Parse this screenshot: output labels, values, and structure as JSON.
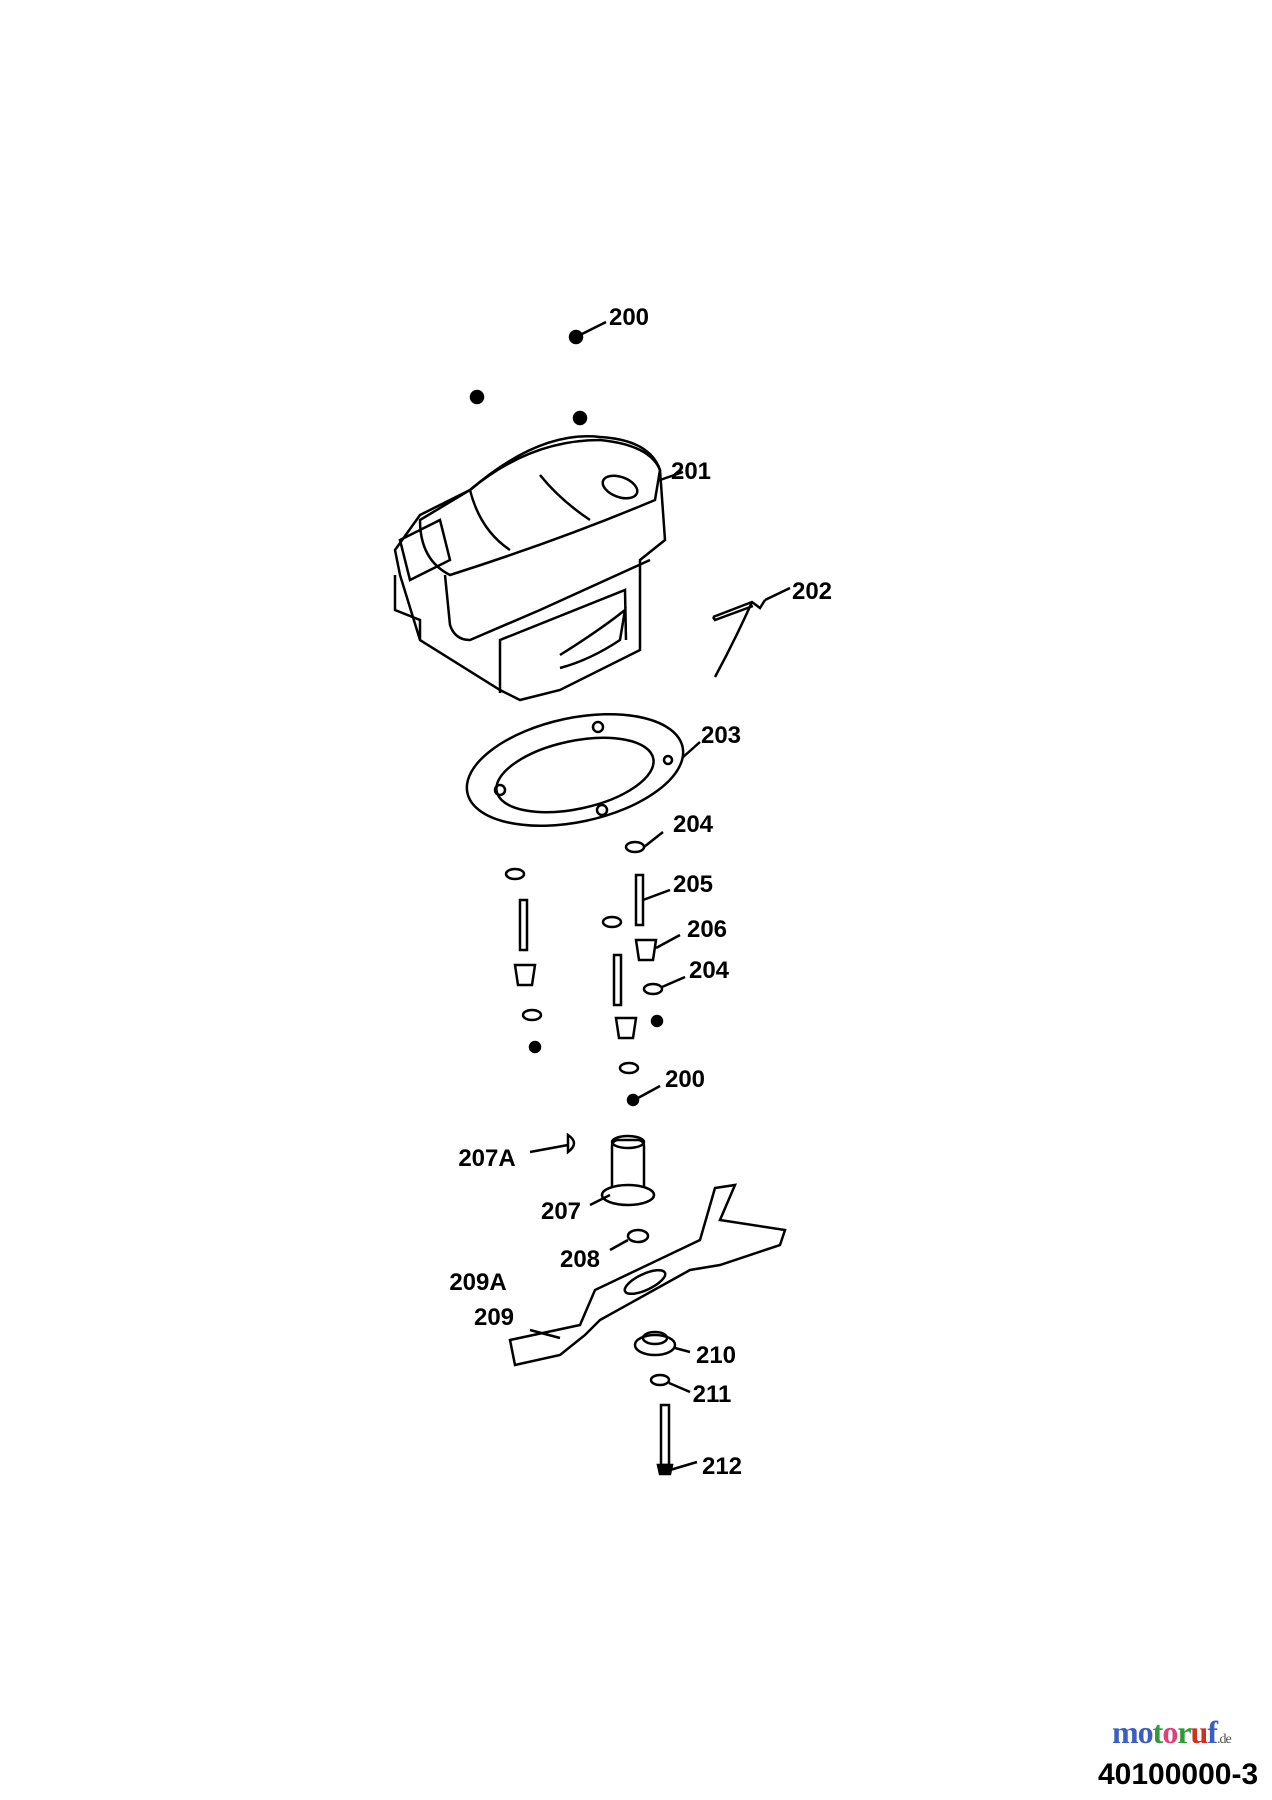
{
  "diagram": {
    "labels": [
      {
        "id": "200a",
        "text": "200"
      },
      {
        "id": "201",
        "text": "201"
      },
      {
        "id": "202",
        "text": "202"
      },
      {
        "id": "203",
        "text": "203"
      },
      {
        "id": "204a",
        "text": "204"
      },
      {
        "id": "205",
        "text": "205"
      },
      {
        "id": "206",
        "text": "206"
      },
      {
        "id": "204b",
        "text": "204"
      },
      {
        "id": "200b",
        "text": "200"
      },
      {
        "id": "207A",
        "text": "207A"
      },
      {
        "id": "207",
        "text": "207"
      },
      {
        "id": "208",
        "text": "208"
      },
      {
        "id": "209A",
        "text": "209A"
      },
      {
        "id": "209",
        "text": "209"
      },
      {
        "id": "210",
        "text": "210"
      },
      {
        "id": "211",
        "text": "211"
      },
      {
        "id": "212",
        "text": "212"
      }
    ],
    "drawing_code": "40100000-3",
    "watermark": "motoruf.de",
    "watermark_colors": [
      "#3b5fc0",
      "#3b5fc0",
      "#2e9a3a",
      "#e0407a",
      "#2e9a3a",
      "#d03020",
      "#3b5fc0",
      "#f0a020",
      "#f0a020"
    ]
  }
}
